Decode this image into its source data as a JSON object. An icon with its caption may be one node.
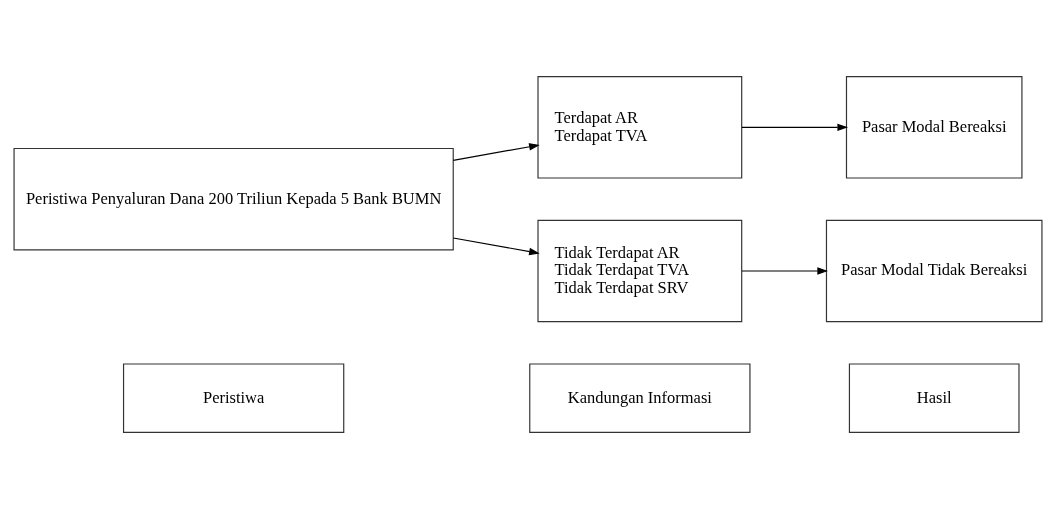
{
  "diagram": {
    "nodes": [
      {
        "text": [
          "Peristiwa"
        ]
      },
      {
        "text": [
          "Kandungan Informasi"
        ]
      },
      {
        "text": [
          "Hasil"
        ]
      },
      {
        "text": [
          "Peristiwa Penyaluran Dana 200 Triliun Kepada 5 Bank BUMN"
        ]
      },
      {
        "text": [
          "Terdapat AR",
          "Terdapat TVA"
        ]
      },
      {
        "text": [
          "Pasar Modal Bereaksi"
        ]
      },
      {
        "text": [
          "Tidak Terdapat AR",
          "Tidak Terdapat TVA",
          "Tidak Terdapat SRV"
        ]
      },
      {
        "text": [
          "Pasar Modal Tidak Bereaksi"
        ]
      }
    ],
    "edges": [
      {
        "from": 3,
        "to": 4,
        "arrow": "to"
      },
      {
        "from": 3,
        "to": 6,
        "arrow": "to"
      },
      {
        "from": 4,
        "to": 5,
        "arrow": "to"
      },
      {
        "from": 6,
        "to": 7,
        "arrow": "to"
      }
    ]
  }
}
